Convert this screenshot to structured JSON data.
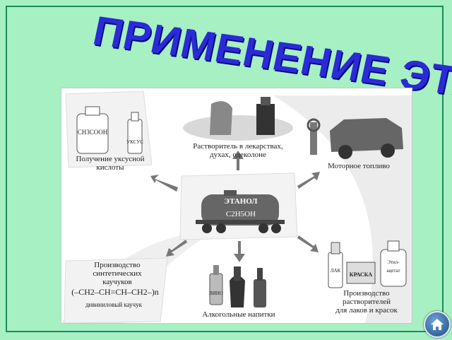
{
  "title": "ПРИМЕНЕНИЕ ЭТАНОЛА.",
  "center": {
    "name": "ЭТАНОЛ",
    "formula": "C2H5OH"
  },
  "labels": {
    "acid": [
      "Получение уксусной",
      "кислоты"
    ],
    "acid_bottle": "CH3COOH",
    "acid_small_bottle": "УКСУС",
    "solvent_medicine": [
      "Растворитель в лекарствах,",
      "духах, одеколоне"
    ],
    "motor_fuel": "Моторное топливо",
    "rubber": [
      "Производство",
      "синтетических",
      "каучуков"
    ],
    "rubber_formula": "(–CH2–CH=CH–CH2–)n",
    "rubber_name": "дивиниловый каучук",
    "alcohol_drinks": "Алкогольные напитки",
    "vodka_label": "ВИНО",
    "solvents_prod": [
      "Производство",
      "растворителей",
      "для лаков и красок"
    ],
    "lak": "ЛАК",
    "kraska": "КРАСКА",
    "ethyl_acetate": "Этил- ацетат"
  },
  "icons": [
    "home-icon"
  ]
}
